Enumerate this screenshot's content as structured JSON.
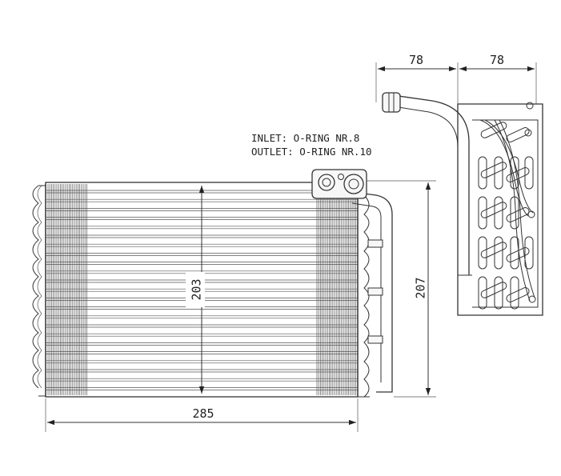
{
  "notes": {
    "inlet": "INLET: O-RING NR.8",
    "outlet": "OUTLET: O-RING NR.10"
  },
  "dimensions": {
    "top_left_width": "78",
    "top_right_width": "78",
    "core_height": "203",
    "total_height": "207",
    "core_width": "285"
  },
  "colors": {
    "line": "#333333",
    "background": "#ffffff"
  }
}
